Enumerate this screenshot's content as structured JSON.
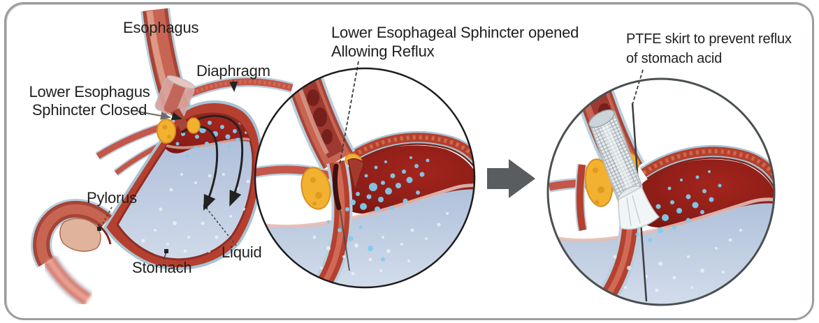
{
  "panels": {
    "anatomy": {
      "labels": {
        "esophagus": "Esophagus",
        "diaphragm": "Diaphragm",
        "sphincter_line1": "Lower Esophagus",
        "sphincter_line2": "Sphincter Closed",
        "pylorus": "Pylorus",
        "stomach": "Stomach",
        "liquid": "Liquid"
      }
    },
    "reflux_view": {
      "caption_line1": "Lower Esophageal Sphincter opened",
      "caption_line2": "Allowing Reflux"
    },
    "device_view": {
      "caption_line1": "PTFE skirt to prevent reflux",
      "caption_line2": "of stomach acid"
    }
  },
  "icons": {
    "transition_arrow": "right-block-arrow"
  },
  "palette": {
    "tissue_red": "#b6402f",
    "tissue_red_light": "#c86552",
    "interior_dark_red": "#8c1d17",
    "liquid_blue": "#b4c4dc",
    "bubble_cyan": "#7fcdf0",
    "fat_yellow": "#f2b12f",
    "halo_blue": "#b9cfde",
    "device_white": "#eef1f2",
    "arrow_gray": "#595d60",
    "frame_border": "#9a9da0",
    "label_text": "#1f1f1f"
  }
}
